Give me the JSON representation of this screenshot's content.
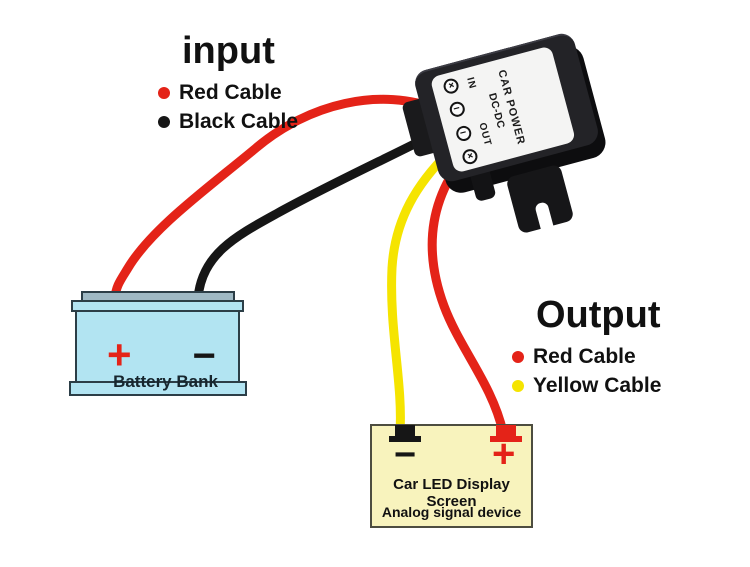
{
  "colors": {
    "red": "#e42318",
    "black": "#161616",
    "yellow": "#f5e400",
    "battery_fill": "#b2e4f2",
    "battery_top": "#9fb9c4",
    "display_fill": "#f8f3bd",
    "converter_body": "#232327",
    "label_white": "#f4f4f3"
  },
  "input_legend": {
    "title": "input",
    "items": [
      {
        "label": "Red Cable"
      },
      {
        "label": "Black Cable"
      }
    ]
  },
  "output_legend": {
    "title": "Output",
    "items": [
      {
        "label": "Red Cable"
      },
      {
        "label": "Yellow Cable"
      }
    ]
  },
  "converter": {
    "brand_line1": "CAR POWER",
    "brand_line2": "DC-DC",
    "in_label": "IN",
    "out_label": "OUT",
    "terminals": [
      "+",
      "−",
      "−",
      "+"
    ]
  },
  "battery": {
    "label": "Battery Bank",
    "plus": "+",
    "minus": "−"
  },
  "display_device": {
    "line1": "Car LED Display Screen",
    "line2": "Analog signal device",
    "minus": "−",
    "plus": "+"
  }
}
